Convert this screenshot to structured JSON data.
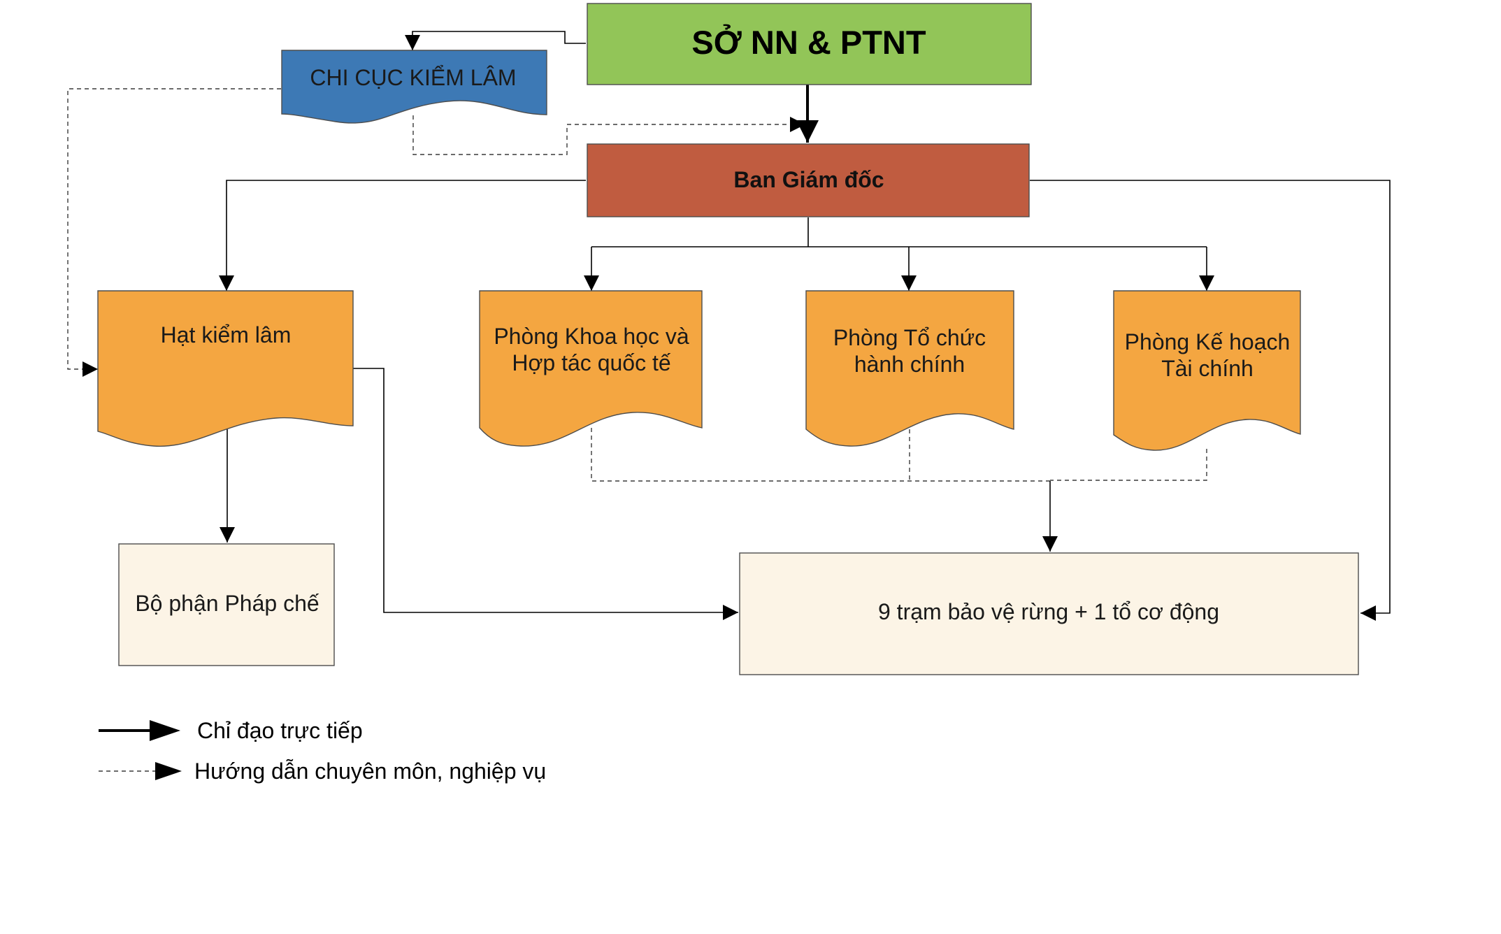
{
  "nodes": {
    "so_nn": "SỞ NN & PTNT",
    "chi_cuc": "CHI CỤC KIỂM LÂM",
    "ban_giam_doc": "Ban Giám đốc",
    "hat_kiem_lam": "Hạt kiểm lâm",
    "phong_khoa_hoc_1": "Phòng Khoa học và",
    "phong_khoa_hoc_2": "Hợp tác quốc tế",
    "phong_to_chuc_1": "Phòng Tổ chức",
    "phong_to_chuc_2": "hành chính",
    "phong_ke_hoach_1": "Phòng Kế hoạch",
    "phong_ke_hoach_2": "Tài chính",
    "bo_phan_phap_che": "Bộ phận Pháp chế",
    "tram_bao_ve": "9 trạm bảo vệ rừng + 1 tổ cơ động"
  },
  "legend": {
    "direct": "Chỉ đạo trực tiếp",
    "guidance": "Hướng dẫn chuyên môn, nghiệp vụ"
  },
  "colors": {
    "so_nn_fill": "#92c558",
    "chi_cuc_fill": "#3d79b5",
    "ban_giam_doc_fill": "#c05c40",
    "department_fill": "#f4a641",
    "unit_fill": "#fcf4e6"
  }
}
